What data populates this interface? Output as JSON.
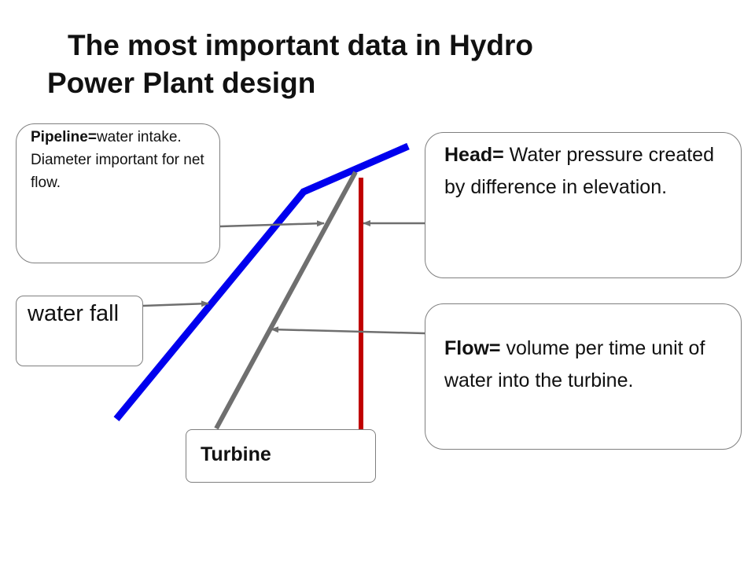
{
  "title": {
    "line1": "The most important data in Hydro",
    "line2": "Power Plant design"
  },
  "boxes": {
    "pipeline": {
      "term": "Pipeline=",
      "desc": "water intake. Diameter important for net flow."
    },
    "waterfall": {
      "text": "water fall"
    },
    "head": {
      "term": "Head=",
      "desc": " Water pressure created by difference in elevation."
    },
    "flow": {
      "term": "Flow=",
      "desc": " volume per time unit of water into the turbine."
    },
    "turbine": {
      "text": "Turbine"
    }
  },
  "colors": {
    "waterfall_line": "#0000ee",
    "pipeline_line": "#6f6f6f",
    "head_line": "#c00000",
    "arrow": "#6f6f6f",
    "box_border": "#7f7f7f"
  }
}
